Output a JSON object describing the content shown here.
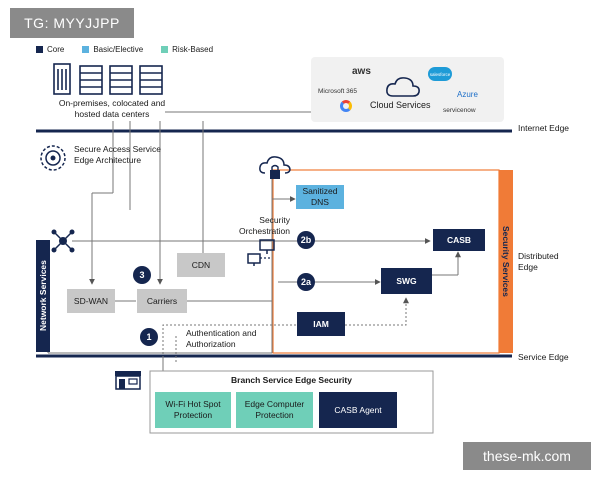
{
  "watermark_top": "TG: MYYJJPP",
  "watermark_bottom": "these-mk.com",
  "legend": [
    {
      "label": "Core",
      "color": "#15264f"
    },
    {
      "label": "Basic/Elective",
      "color": "#5cb2df"
    },
    {
      "label": "Risk-Based",
      "color": "#6fcfb8"
    }
  ],
  "datacenters_label": "On-premises, colocated and hosted data centers",
  "cloud": {
    "label": "Cloud Services",
    "logos": [
      "aws",
      "salesforce",
      "Microsoft 365",
      "Azure",
      "servicenow"
    ]
  },
  "edges": {
    "internet": "Internet Edge",
    "distributed": "Distributed Edge",
    "service": "Service Edge"
  },
  "sase_label": "Secure Access Service Edge Architecture",
  "security_orchestration": "Security Orchestration",
  "boxes": {
    "sanitized_dns": "Sanitized DNS",
    "cdn": "CDN",
    "sdwan": "SD-WAN",
    "carriers": "Carriers",
    "casb": "CASB",
    "swg": "SWG",
    "iam": "IAM"
  },
  "badges": {
    "b2b": "2b",
    "b2a": "2a",
    "b3": "3",
    "b1": "1"
  },
  "auth_label": "Authentication and Authorization",
  "network_services": "Network Services",
  "security_services": "Security Services",
  "branch": {
    "title": "Branch Service Edge Security",
    "boxes": [
      "Wi-Fi Hot Spot Protection",
      "Edge Computer Protection",
      "CASB Agent"
    ]
  }
}
